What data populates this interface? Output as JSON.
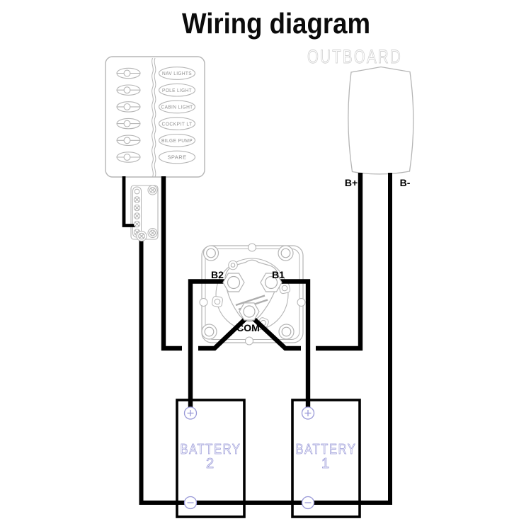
{
  "title": "Wiring diagram",
  "switch_panel": {
    "labels": [
      "NAV LIGHTS",
      "POLE LIGHT",
      "CABIN LIGHT",
      "COCKPIT LT",
      "BILGE PUMP",
      "SPARE"
    ]
  },
  "outboard": {
    "label": "OUTBOARD",
    "terminal_positive": "B+",
    "terminal_negative": "B-"
  },
  "battery_switch": {
    "terminal_b2": "B2",
    "terminal_b1": "B1",
    "terminal_com": "COM"
  },
  "batteries": [
    {
      "label": "BATTERY",
      "number": "2"
    },
    {
      "label": "BATTERY",
      "number": "1"
    }
  ],
  "colors": {
    "wire": "#000000",
    "component_outline": "#b5b5b5",
    "outboard_text": "#cfcfcf",
    "battery_accent": "#9a9ad8",
    "panel_label_text": "#8f8f8f",
    "terminal_label_text": "#000000",
    "title_text": "#0b0b0b"
  }
}
